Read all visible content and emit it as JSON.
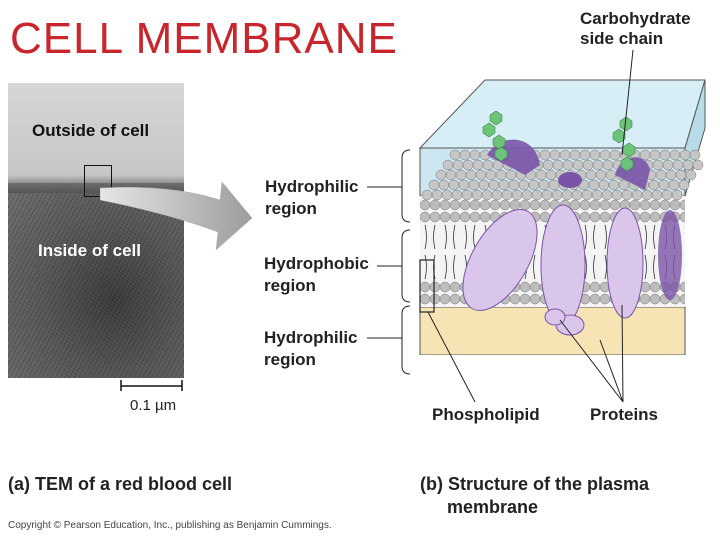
{
  "title": "CELL MEMBRANE",
  "tem": {
    "outside_label": "Outside of cell",
    "inside_label": "Inside of cell",
    "scale_label": "0.1 µm"
  },
  "membrane_labels": {
    "carbohydrate_line1": "Carbohydrate",
    "carbohydrate_line2": "side chain",
    "hydrophilic_top_line1": "Hydrophilic",
    "hydrophilic_top_line2": "region",
    "hydrophobic_line1": "Hydrophobic",
    "hydrophobic_line2": "region",
    "hydrophilic_bottom_line1": "Hydrophilic",
    "hydrophilic_bottom_line2": "region",
    "phospholipid": "Phospholipid",
    "proteins": "Proteins"
  },
  "captions": {
    "a": "(a) TEM of a red blood cell",
    "b_line1": "(b) Structure of the plasma",
    "b_line2": "membrane"
  },
  "copyright": "Copyright © Pearson Education, Inc., publishing as Benjamin Cummings.",
  "colors": {
    "title": "#c8262c",
    "extracellular": "#cfe8f2",
    "cytoplasm": "#f7e6b8",
    "protein": "#d9c6ea",
    "protein_dark": "#7a54a8",
    "carbohydrate": "#6cc47a",
    "head": "#b8b8b8"
  }
}
